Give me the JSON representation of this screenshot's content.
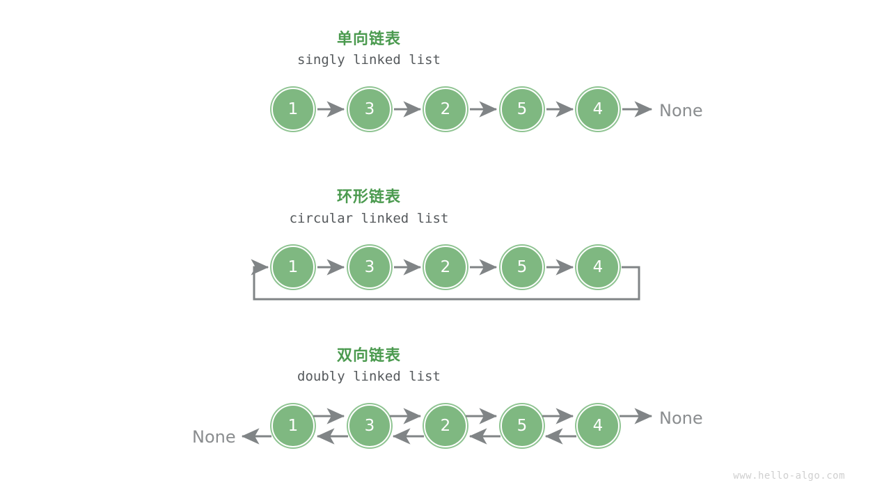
{
  "page": {
    "background": "#ffffff",
    "watermark": "www.hello-algo.com",
    "colors": {
      "title_green": "#4b9a4f",
      "node_fill": "#7fb881",
      "node_ring": "#8fc492",
      "arrow_gray": "#808486",
      "subtitle_gray": "#55595c",
      "none_gray": "#8a8d8f",
      "watermark_gray": "#cfcfcf"
    }
  },
  "sections": [
    {
      "id": "singly",
      "title": "单向链表",
      "subtitle": "singly linked list",
      "nodes": [
        "1",
        "3",
        "2",
        "5",
        "4"
      ],
      "tail_label": "None",
      "head_label": null
    },
    {
      "id": "circular",
      "title": "环形链表",
      "subtitle": "circular linked list",
      "nodes": [
        "1",
        "3",
        "2",
        "5",
        "4"
      ],
      "tail_label": null,
      "head_label": null
    },
    {
      "id": "doubly",
      "title": "双向链表",
      "subtitle": "doubly linked list",
      "nodes": [
        "1",
        "3",
        "2",
        "5",
        "4"
      ],
      "tail_label": "None",
      "head_label": "None"
    }
  ]
}
